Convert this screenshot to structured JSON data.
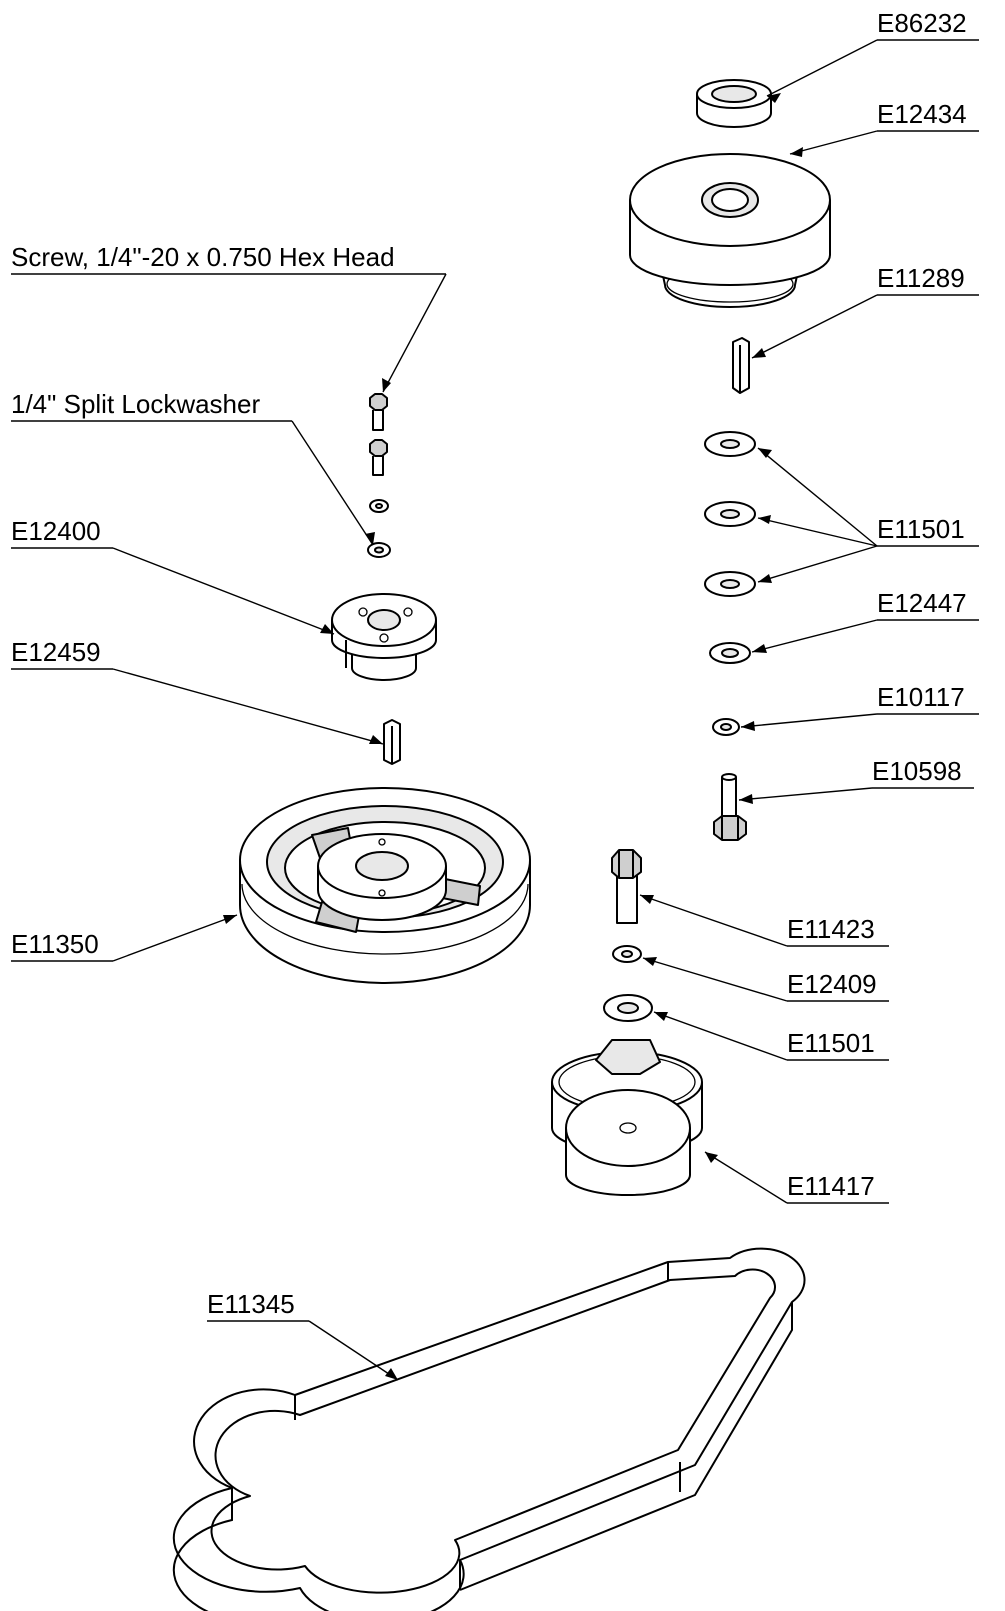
{
  "diagram": {
    "labels": {
      "e86232": "E86232",
      "e12434": "E12434",
      "screw": "Screw, 1/4\"-20 x 0.750 Hex Head",
      "e11289": "E11289",
      "lockwasher": "1/4\" Split Lockwasher",
      "e11501_a": "E11501",
      "e12400": "E12400",
      "e12447": "E12447",
      "e12459": "E12459",
      "e10117": "E10117",
      "e10598": "E10598",
      "e11423": "E11423",
      "e11350": "E11350",
      "e12409": "E12409",
      "e11501_b": "E11501",
      "e11417": "E11417",
      "e11345": "E11345"
    }
  }
}
